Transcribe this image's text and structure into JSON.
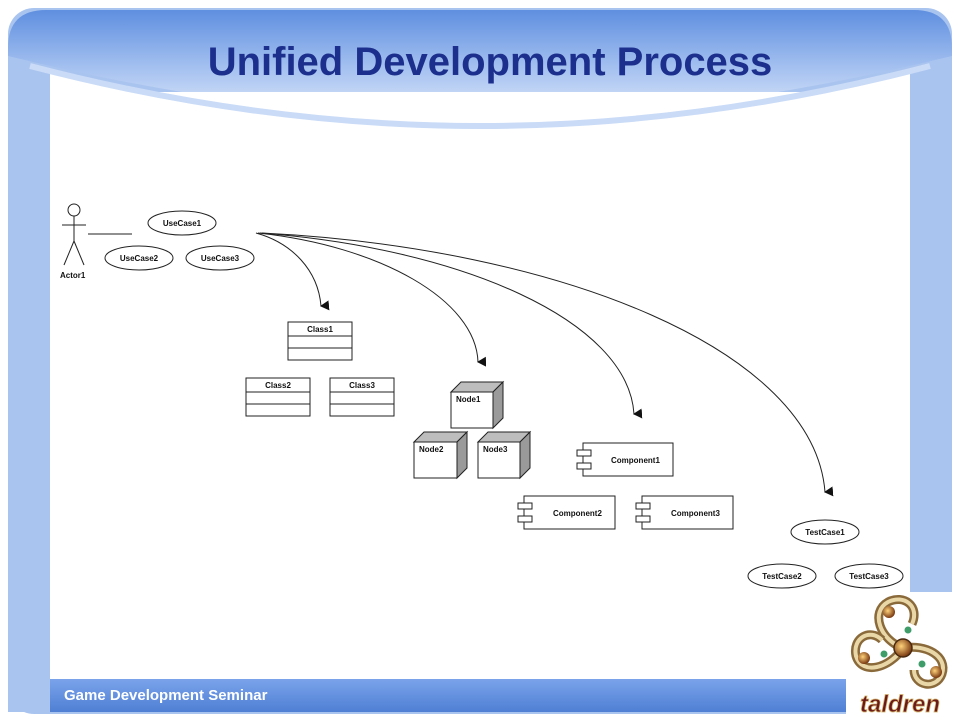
{
  "slide": {
    "title": "Unified Development Process",
    "footer": "Game Development Seminar",
    "logo_text": "taldren"
  },
  "diagram": {
    "actor": "Actor1",
    "use_cases": [
      "UseCase1",
      "UseCase2",
      "UseCase3"
    ],
    "classes": [
      "Class1",
      "Class2",
      "Class3"
    ],
    "nodes": [
      "Node1",
      "Node2",
      "Node3"
    ],
    "components": [
      "Component1",
      "Component2",
      "Component3"
    ],
    "test_cases": [
      "TestCase1",
      "TestCase2",
      "TestCase3"
    ]
  },
  "colors": {
    "frame": "#a9c4ef",
    "frame_dark": "#5b86d6",
    "title": "#1c2f8c",
    "footer_bar": "#5f8fdf"
  }
}
